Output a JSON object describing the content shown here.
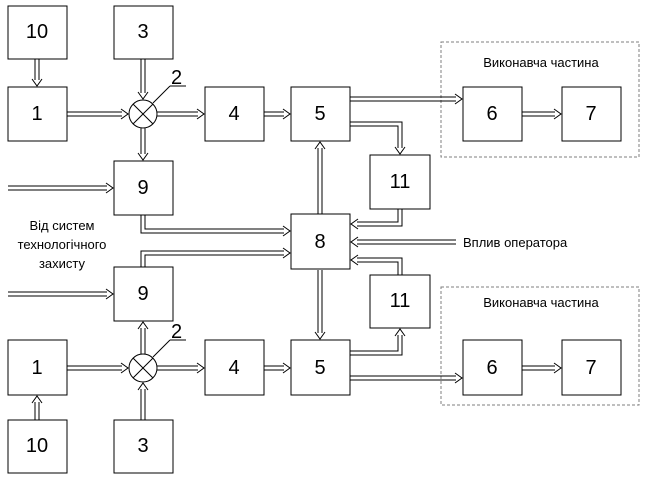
{
  "blocks": {
    "b10_top": "10",
    "b3_top": "3",
    "b1_top": "1",
    "b4_top": "4",
    "b5_top": "5",
    "b6_top": "6",
    "b7_top": "7",
    "b9_top": "9",
    "b11_top": "11",
    "b8": "8",
    "b9_bot": "9",
    "b11_bot": "11",
    "b1_bot": "1",
    "b4_bot": "4",
    "b5_bot": "5",
    "b6_bot": "6",
    "b7_bot": "7",
    "b10_bot": "10",
    "b3_bot": "3"
  },
  "summator_label_top": "2",
  "summator_label_bottom": "2",
  "executive_part_top": "Виконавча частина",
  "executive_part_bottom": "Виконавча частина",
  "operator_influence": "Вплив оператора",
  "protection_label": [
    "Від систем",
    "технологічного",
    "захисту"
  ]
}
